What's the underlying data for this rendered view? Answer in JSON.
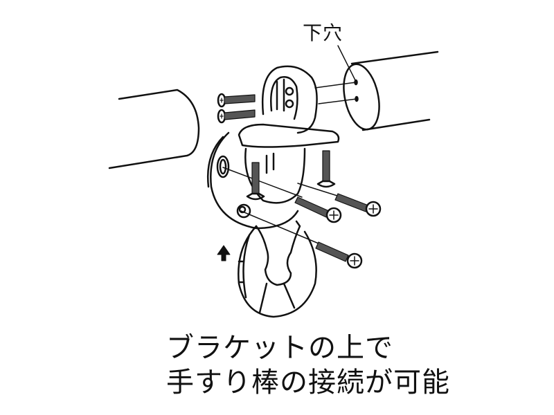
{
  "diagram": {
    "title_label": "下穴",
    "caption_lines": [
      "ブラケットの上で",
      "手すり棒の接続が可能"
    ],
    "colors": {
      "stroke": "#111111",
      "background": "#ffffff"
    },
    "components": [
      "left-handrail-bar",
      "right-handrail-bar",
      "bracket-holder",
      "wall-base-plate",
      "cover-cap",
      "screws",
      "up-arrow"
    ]
  }
}
